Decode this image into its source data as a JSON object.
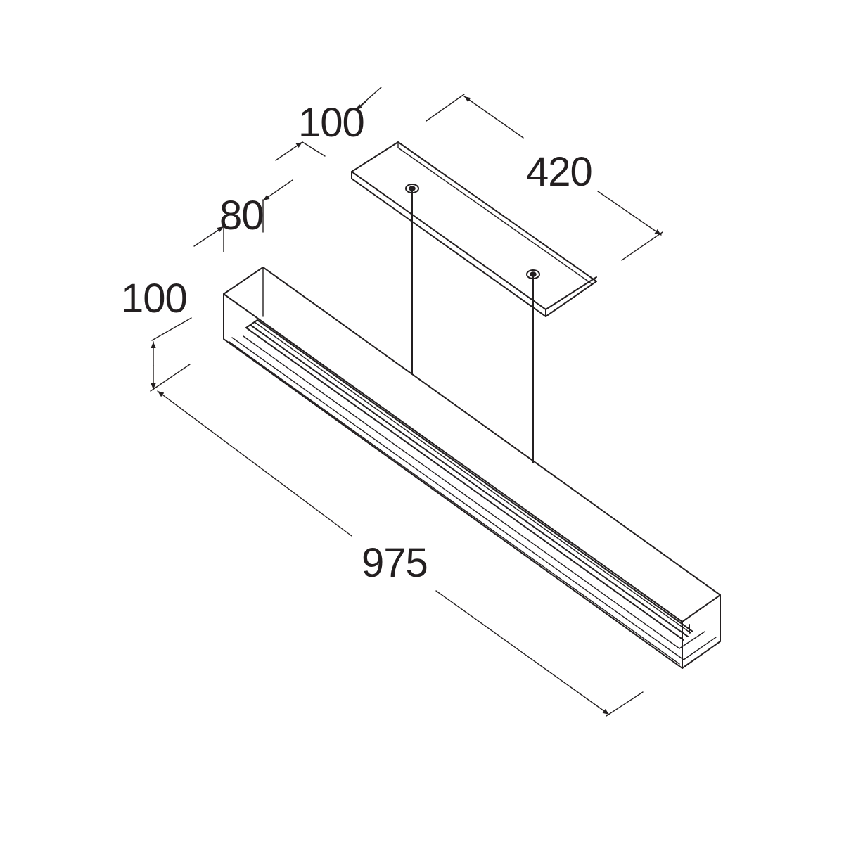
{
  "dimensions": {
    "canopy_width": "100",
    "canopy_length": "420",
    "body_width": "80",
    "body_height": "100",
    "body_length": "975"
  },
  "colors": {
    "line": "#231f20",
    "background": "#ffffff"
  }
}
